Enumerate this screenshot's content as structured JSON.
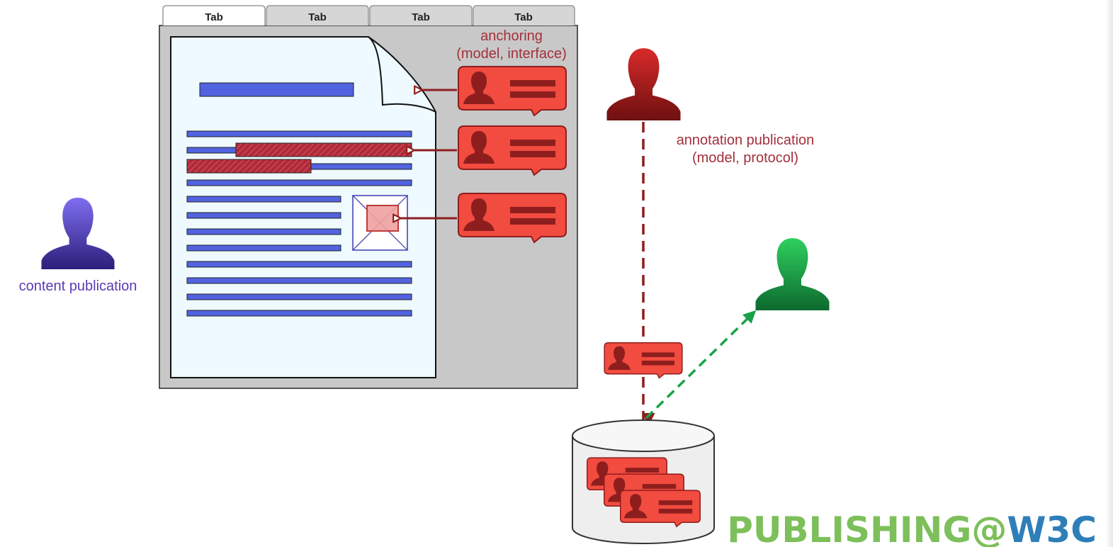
{
  "tabs": [
    "Tab",
    "Tab",
    "Tab",
    "Tab"
  ],
  "labels": {
    "anchoring_line1": "anchoring",
    "anchoring_line2": "(model, interface)",
    "annotation_line1": "annotation publication",
    "annotation_line2": "(model, protocol)",
    "content_publication": "content publication"
  },
  "logo": {
    "left": "PUBLISHING",
    "at": "@",
    "right": "W3C"
  },
  "colors": {
    "annotation_red": "#f24b3f",
    "dark_red": "#8e1e1e",
    "label_red": "#a3303a",
    "content_blue": "#5263e0",
    "author_purple": "#5a3bb8",
    "reader_green": "#1aa24a",
    "logo_green": "#7dbf5a",
    "logo_blue": "#2e7fb8"
  },
  "icons": {
    "author": "person-silhouette-icon",
    "annotator": "person-silhouette-icon",
    "reader": "person-silhouette-icon",
    "annotation": "speech-bubble-icon",
    "store": "database-cylinder-icon"
  }
}
